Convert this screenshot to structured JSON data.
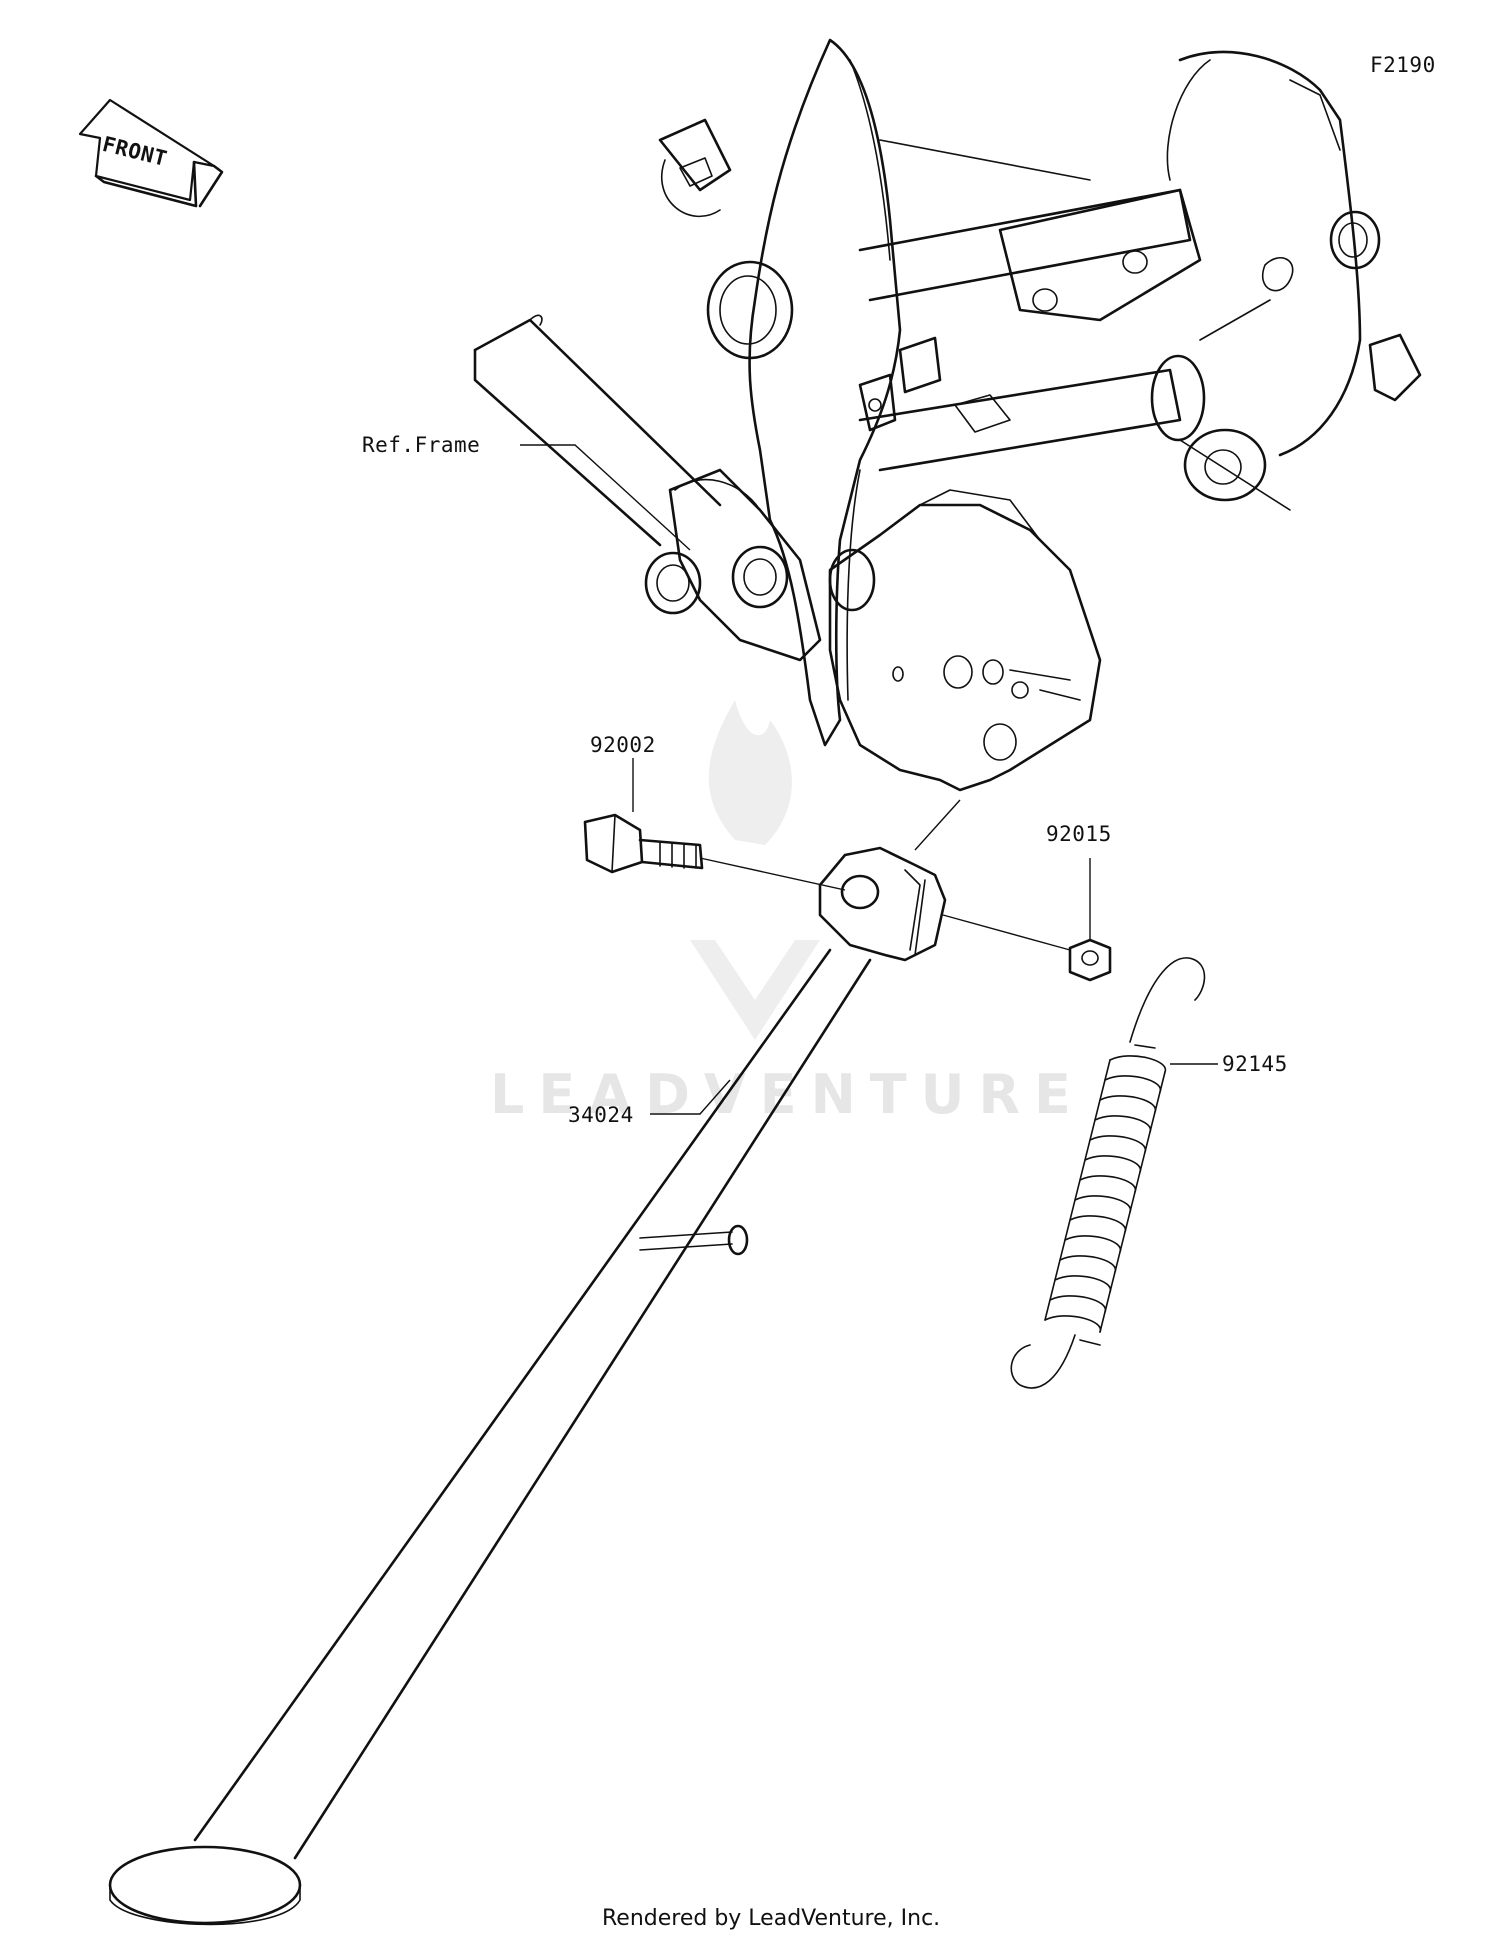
{
  "diagram_id": "F2190",
  "front_arrow_label": "FRONT",
  "watermark": "LEADVENTURE",
  "footer": "Rendered by LeadVenture, Inc.",
  "callouts": {
    "ref_frame": "Ref.Frame",
    "bolt": "92002",
    "nut": "92015",
    "spring": "92145",
    "stand": "34024"
  }
}
